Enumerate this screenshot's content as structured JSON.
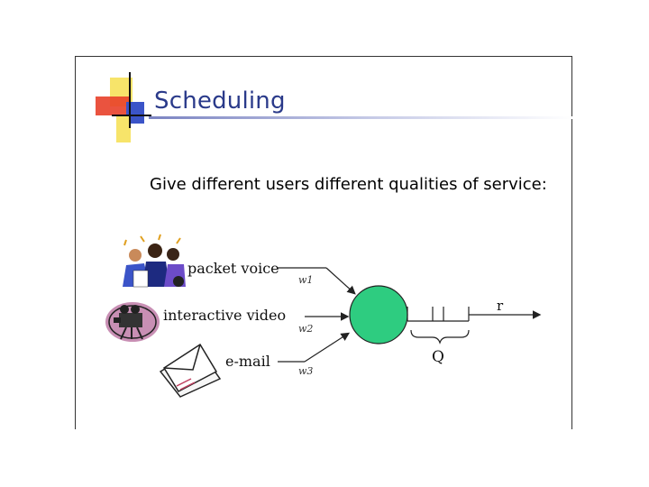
{
  "slide": {
    "title": "Scheduling",
    "subtitle": "Give different users different qualities of service:"
  },
  "sources": [
    {
      "label": "packet voice",
      "weight": "w1",
      "icon": "people-icon"
    },
    {
      "label": "interactive video",
      "weight": "w2",
      "icon": "video-camera-icon"
    },
    {
      "label": "e-mail",
      "weight": "w3",
      "icon": "envelope-icon"
    }
  ],
  "scheduler": {
    "queue_label": "Q",
    "rate_label": "r",
    "color": "#2ecc80"
  },
  "colors": {
    "title": "#2a3a8a",
    "logo_red": "#e8402a",
    "logo_yellow": "#f7e46a",
    "logo_blue": "#3b54c8"
  }
}
